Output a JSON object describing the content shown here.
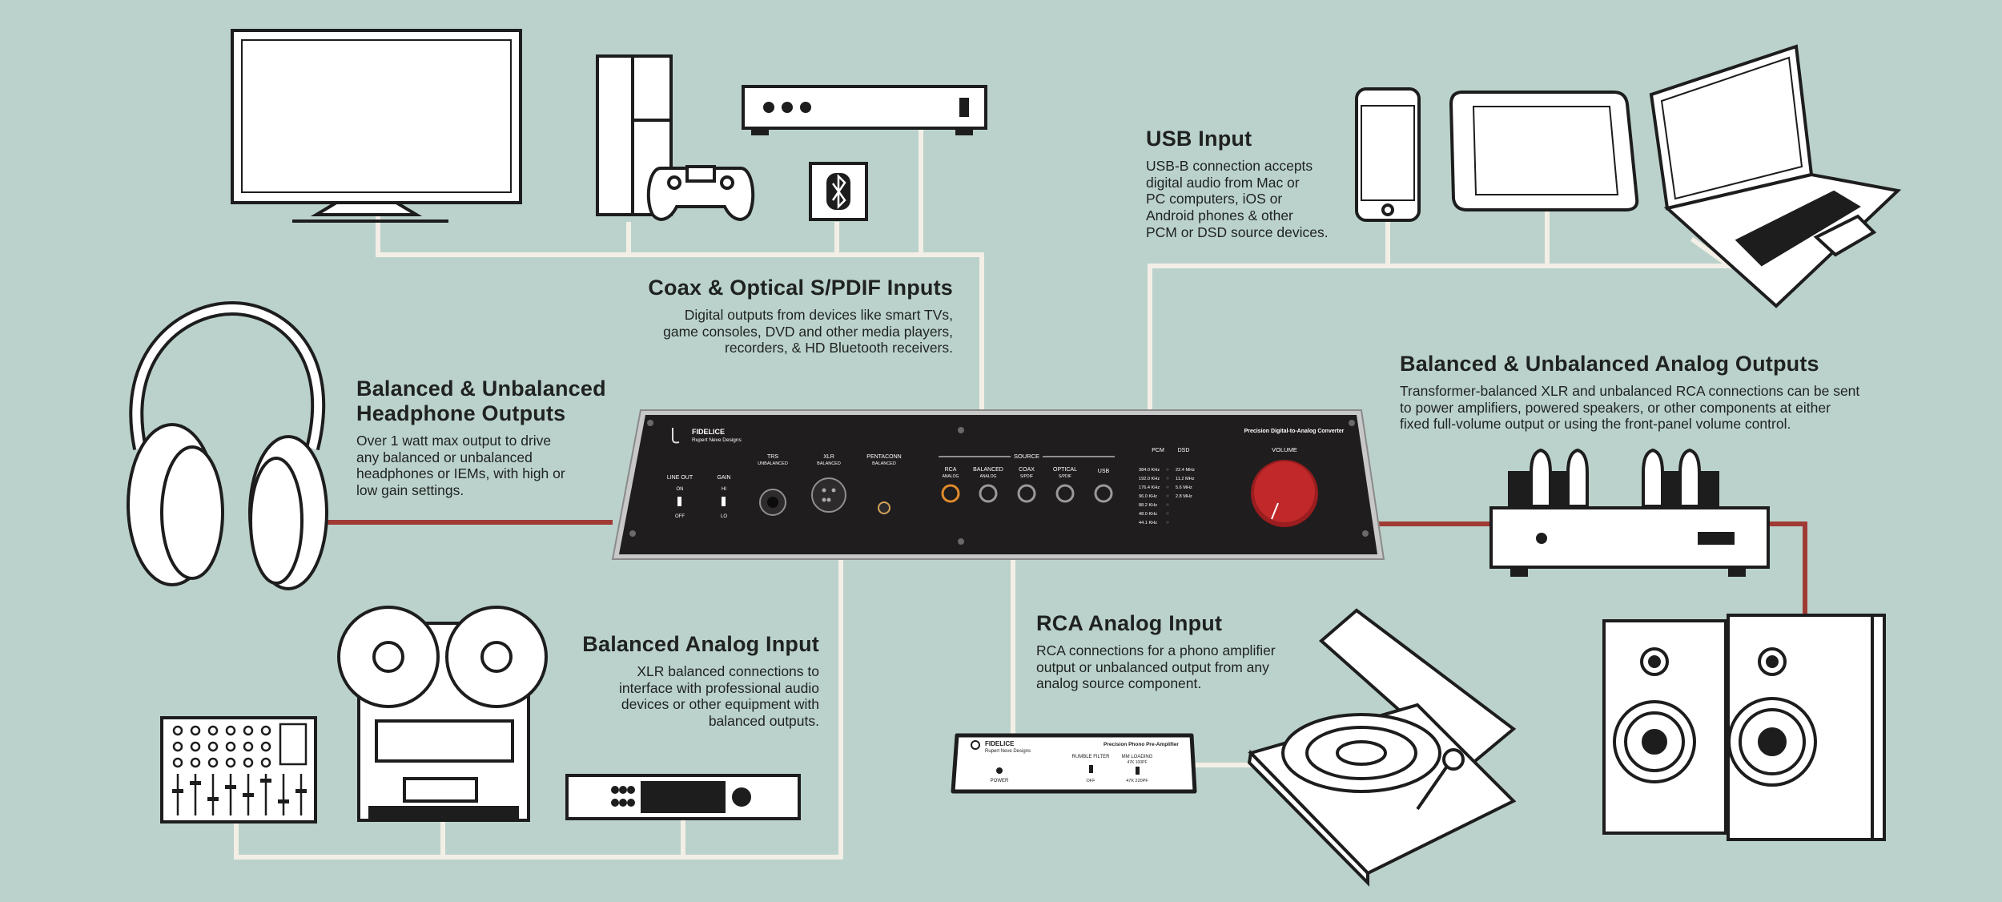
{
  "sections": {
    "usb_input": {
      "title": "USB Input",
      "lines": [
        "USB-B connection accepts",
        "digital audio from Mac or",
        "PC computers, iOS or",
        "Android phones & other",
        "PCM or DSD source devices."
      ]
    },
    "coax_optical": {
      "title": "Coax & Optical S/PDIF Inputs",
      "lines": [
        "Digital outputs from devices like smart TVs,",
        "game consoles, DVD and other media players,",
        "recorders, & HD Bluetooth receivers."
      ]
    },
    "headphone_outputs": {
      "title_line1": "Balanced & Unbalanced",
      "title_line2": "Headphone Outputs",
      "lines": [
        "Over 1 watt max output to drive",
        "any balanced or unbalanced",
        "headphones or IEMs, with high or",
        "low gain settings."
      ]
    },
    "analog_outputs": {
      "title": "Balanced & Unbalanced Analog Outputs",
      "lines": [
        "Transformer-balanced XLR and unbalanced RCA connections can be sent",
        "to power amplifiers, powered speakers, or other components at either",
        "fixed full-volume output or using the front-panel volume control."
      ]
    },
    "balanced_input": {
      "title": "Balanced Analog Input",
      "lines": [
        "XLR balanced connections to",
        "interface with professional audio",
        "devices or other equipment with",
        "balanced outputs."
      ]
    },
    "rca_input": {
      "title": "RCA Analog Input",
      "lines": [
        "RCA connections for a phono amplifier",
        "output or unbalanced output from any",
        "analog source component."
      ]
    }
  },
  "dac_panel": {
    "brand": "FIDELICE",
    "maker": "Rupert Neve Designs",
    "product": "Precision Digital-to-Analog Converter",
    "line_out": "LINE OUT",
    "line_on": "ON",
    "line_off": "OFF",
    "gain": "GAIN",
    "gain_hi": "HI",
    "gain_lo": "LO",
    "trs": "TRS",
    "trs_sub": "UNBALANCED",
    "xlr": "XLR",
    "xlr_sub": "BALANCED",
    "pentaconn": "PENTACONN",
    "pentaconn_sub": "BALANCED",
    "source": "SOURCE",
    "src_rca": "RCA",
    "src_rca_sub": "ANALOG",
    "src_bal": "BALANCED",
    "src_bal_sub": "ANALOG",
    "src_coax": "COAX",
    "src_coax_sub": "S/PDIF",
    "src_opt": "OPTICAL",
    "src_opt_sub": "S/PDIF",
    "src_usb": "USB",
    "pcm": "PCM",
    "dsd": "DSD",
    "pcm_rates": [
      "384.0 KHz",
      "192.0 KHz",
      "176.4 KHz",
      "96.0 KHz",
      "88.2 KHz",
      "48.0 KHz",
      "44.1 KHz"
    ],
    "dsd_rates": [
      "22.4 MHz",
      "11.2 MHz",
      "5.6 MHz",
      "2.8 MHz"
    ],
    "volume": "VOLUME"
  },
  "phono_panel": {
    "brand": "FIDELICE",
    "maker": "Rupert Neve Designs",
    "product": "Precision Phono Pre-Amplifier",
    "power": "POWER",
    "rumble": "RUMBLE FILTER",
    "rumble_sub": "OFF",
    "mm_loading": "MM LOADING",
    "mm_loading_top": "47K 100PF",
    "mm_loading_sub": "47K 220PF"
  },
  "colors": {
    "background": "#bbd2cc",
    "connector_line": "#f3efe6",
    "output_line": "#a03a35",
    "panel": "#1f1d1d",
    "knob": "#c0282a"
  }
}
